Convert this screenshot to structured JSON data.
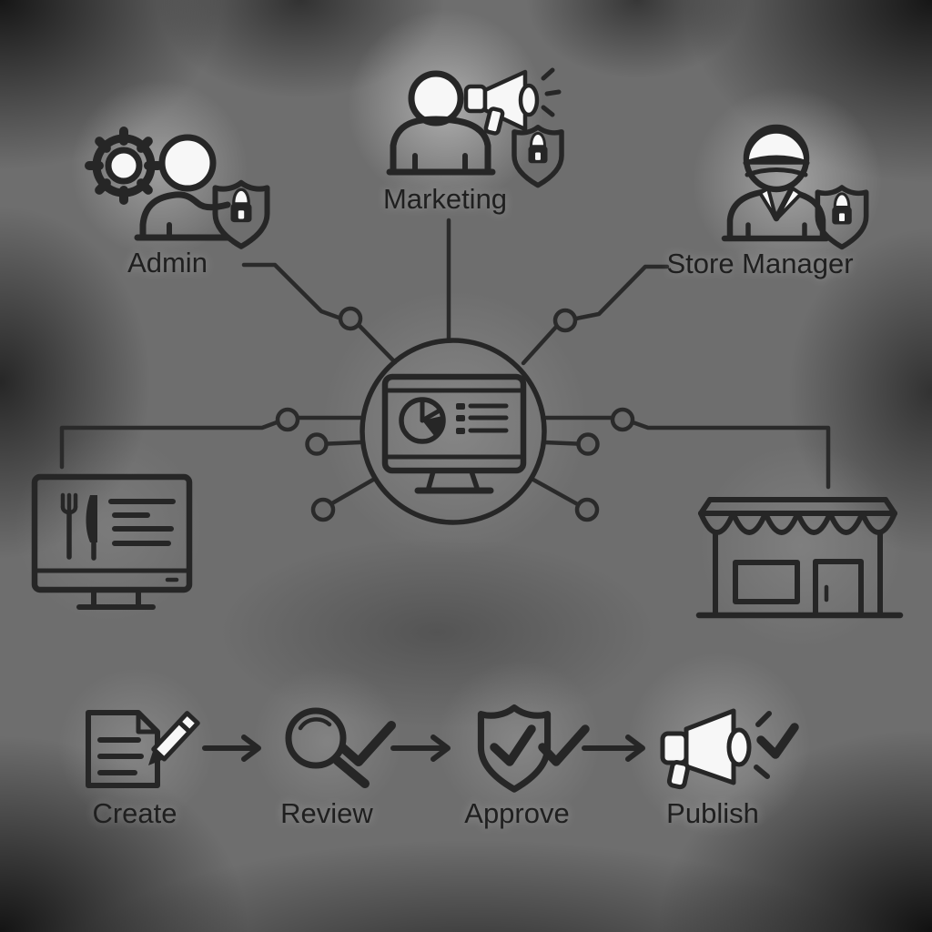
{
  "colors": {
    "background_mid": "#6e6e6e",
    "background_dark": "#121212",
    "stroke": "#262626",
    "fill_light": "#f7f7f7",
    "label_text": "#1f1f1f"
  },
  "roles": {
    "admin": {
      "label": "Admin",
      "icons": [
        "gear-icon",
        "user-icon",
        "shield-lock-icon"
      ]
    },
    "marketing": {
      "label": "Marketing",
      "icons": [
        "user-icon",
        "megaphone-icon",
        "shield-lock-icon"
      ]
    },
    "store_manager": {
      "label": "Store Manager",
      "icons": [
        "staff-user-icon",
        "shield-lock-icon"
      ]
    }
  },
  "hub": {
    "icon": "dashboard-monitor-icon"
  },
  "endpoints": {
    "left": {
      "icon": "menu-screen-icon"
    },
    "right": {
      "icon": "storefront-icon"
    }
  },
  "workflow": {
    "steps": [
      {
        "label": "Create",
        "icon": "document-pencil-icon"
      },
      {
        "label": "Review",
        "icon": "magnifier-check-icon"
      },
      {
        "label": "Approve",
        "icon": "shield-check-icon"
      },
      {
        "label": "Publish",
        "icon": "megaphone-check-icon"
      }
    ],
    "connector_icon": "arrow-right-icon"
  }
}
